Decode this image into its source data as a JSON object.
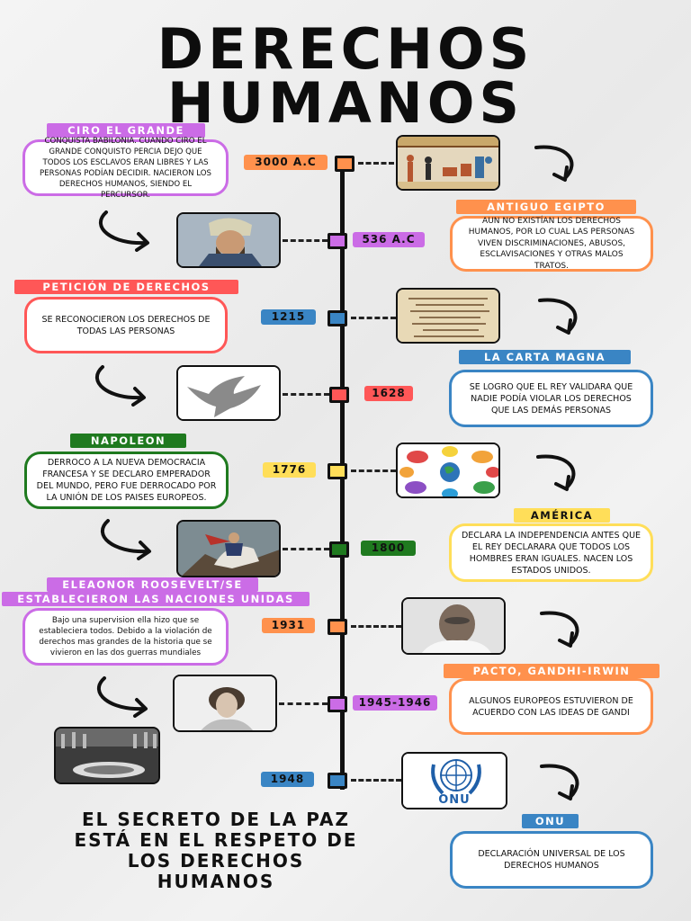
{
  "title": {
    "line1": "DERECHOS",
    "line2": "HUMANOS"
  },
  "timeline": {
    "years": {
      "y3000": "3000 A.C",
      "y536": "536 A.C",
      "y1215": "1215",
      "y1628": "1628",
      "y1776": "1776",
      "y1800": "1800",
      "y1931": "1931",
      "y1945": "1945-1946",
      "y1948": "1948"
    }
  },
  "events": {
    "ciro": {
      "tag": "CIRO EL GRANDE",
      "text": "CONQUISTA BABILONIA. CUANDO CIRO EL GRANDE CONQUISTO PERCIA DEJO QUE TODOS LOS ESCLAVOS ERAN LIBRES Y LAS PERSONAS PODÍAN DECIDIR. NACIERON LOS DERECHOS HUMANOS, SIENDO EL PERCURSOR."
    },
    "egipto": {
      "tag": "ANTIGUO EGIPTO",
      "text": "AUN NO EXISTÍAN LOS DERECHOS HUMANOS, POR LO CUAL LAS PERSONAS VIVEN DISCRIMINACIONES, ABUSOS, ESCLAVISACIONES Y OTRAS MALOS TRATOS."
    },
    "peticion": {
      "tag": "PETICIÓN DE DERECHOS",
      "text": "SE RECONOCIERON LOS DERECHOS DE TODAS LAS PERSONAS"
    },
    "magna": {
      "tag": "LA CARTA MAGNA",
      "text": "SE LOGRO QUE EL REY VALIDARA QUE NADIE PODÍA VIOLAR LOS DERECHOS QUE LAS DEMÁS PERSONAS"
    },
    "napoleon": {
      "tag": "NAPOLEON",
      "text": "DERROCO A LA NUEVA DEMOCRACIA FRANCESA Y SE DECLARO EMPERADOR DEL MUNDO, PERO FUE DERROCADO POR LA UNIÓN DE LOS PAISES EUROPEOS."
    },
    "america": {
      "tag": "AMÉRICA",
      "text": "DECLARA LA INDEPENDENCIA ANTES QUE EL REY DECLARARA QUE TODOS LOS HOMBRES ERAN IGUALES. NACEN LOS ESTADOS UNIDOS."
    },
    "eleanor": {
      "tag_line1": "ELEAONOR ROOSEVELT/SE",
      "tag_line2": "ESTABLECIERON LAS NACIONES UNIDAS",
      "text": "Bajo una supervision ella hizo que se estableciera todos. Debido a la violación de derechos mas grandes de la historia que se vivieron en las dos guerras mundiales"
    },
    "gandhi": {
      "tag": "PACTO, GANDHI-IRWIN",
      "text": "ALGUNOS EUROPEOS ESTUVIERON DE ACUERDO CON LAS IDEAS DE GANDI"
    },
    "onu": {
      "tag": "ONU",
      "logo_text": "ONU",
      "text": "DECLARACIÓN UNIVERSAL DE LOS DERECHOS HUMANOS"
    }
  },
  "quote": "EL SECRETO DE LA PAZ ESTÁ EN EL RESPETO DE LOS DERECHOS HUMANOS",
  "colors": {
    "orange": "#ff914d",
    "purple": "#cb6ce6",
    "blue": "#3a85c4",
    "red": "#ff5757",
    "yellow": "#ffde59",
    "green": "#1f7a1f"
  }
}
